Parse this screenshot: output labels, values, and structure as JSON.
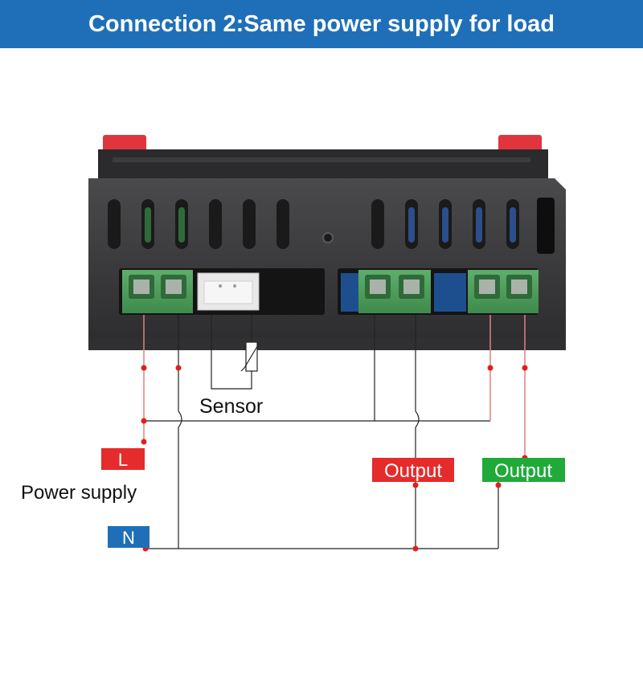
{
  "header": {
    "title": "Connection 2:Same power supply for load"
  },
  "labels": {
    "sensor": "Sensor",
    "power_supply": "Power supply",
    "live": "L",
    "neutral": "N",
    "output_red": "Output",
    "output_green": "Output"
  },
  "colors": {
    "header_bg": "#1f6fb8",
    "live_tag": "#e52b2b",
    "neutral_tag": "#1f6fb8",
    "output_red_tag": "#e52b2b",
    "output_green_tag": "#1faa3a",
    "wire_red": "#e08080",
    "wire_black": "#222222",
    "dot": "#e01f1f",
    "terminal_green": "#4e9a5a",
    "housing": "#3a3a3c"
  }
}
